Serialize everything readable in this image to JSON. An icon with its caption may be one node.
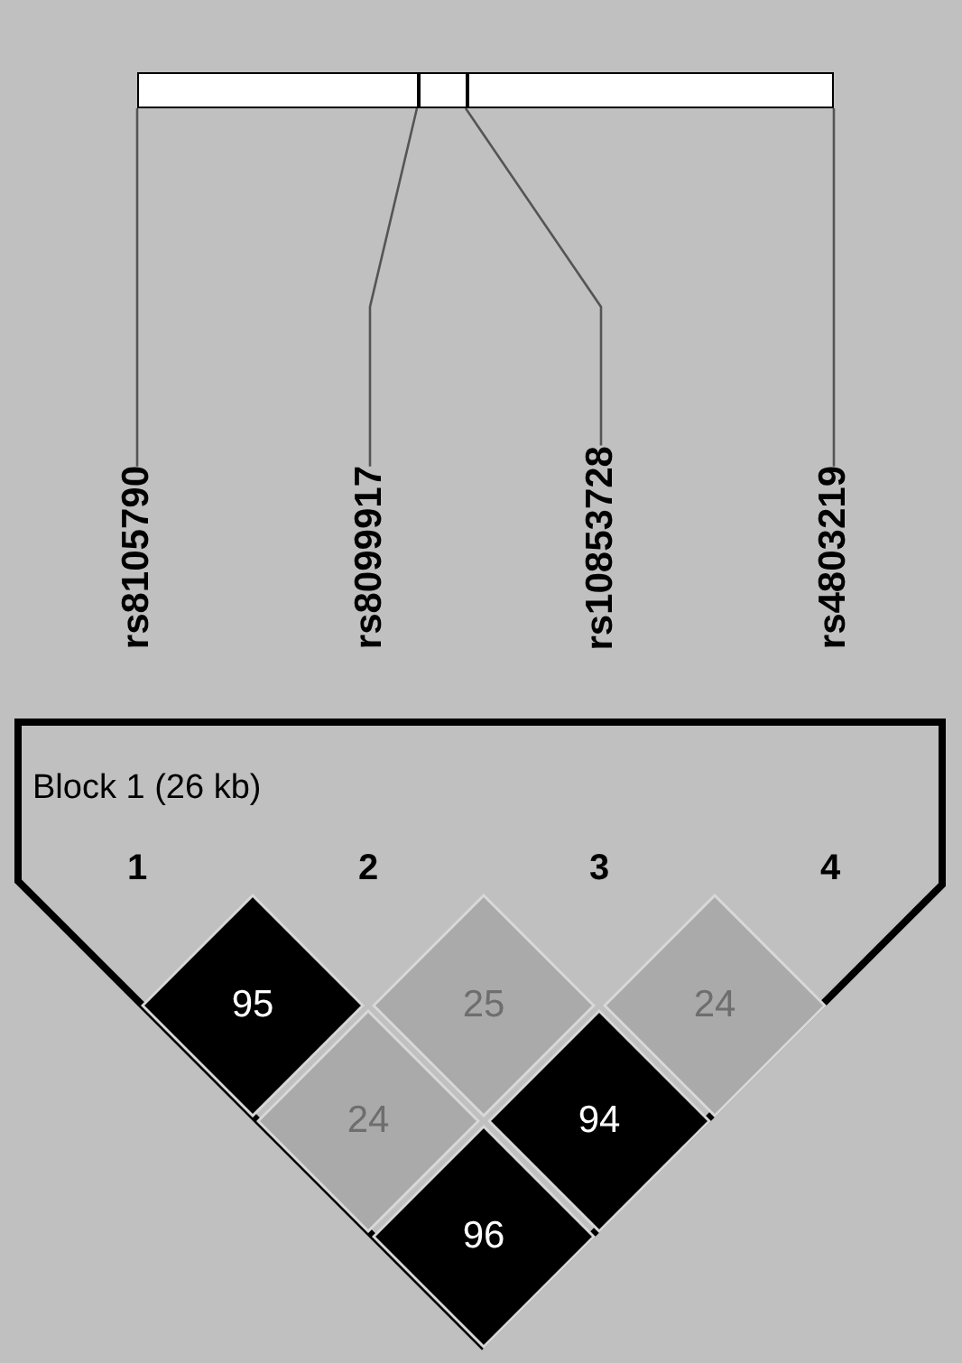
{
  "diagram": {
    "nodes": [
      {
        "text": [],
        "shape": "bar"
      },
      {
        "text": [
          "rs8105790"
        ]
      },
      {
        "text": [
          "rs8099917"
        ]
      },
      {
        "text": [
          "rs10853728"
        ]
      },
      {
        "text": [
          "rs4803219"
        ]
      },
      {
        "text": [
          "Block 1 (26 kb)"
        ]
      },
      {
        "text": [
          "95"
        ],
        "in": 5
      },
      {
        "text": [
          "25"
        ],
        "in": 5
      },
      {
        "text": [
          "24"
        ],
        "in": 5
      },
      {
        "text": [
          "24"
        ],
        "in": 5
      },
      {
        "text": [
          "94"
        ],
        "in": 5
      },
      {
        "text": [
          "96"
        ],
        "in": 5
      }
    ],
    "edges": [
      {
        "from": 0,
        "to": 1,
        "arrow": "none"
      },
      {
        "from": 0,
        "to": 2,
        "arrow": "none"
      },
      {
        "from": 0,
        "to": 3,
        "arrow": "none"
      },
      {
        "from": 0,
        "to": 4,
        "arrow": "none"
      }
    ],
    "labels": [
      "1",
      "2",
      "3",
      "4"
    ]
  }
}
